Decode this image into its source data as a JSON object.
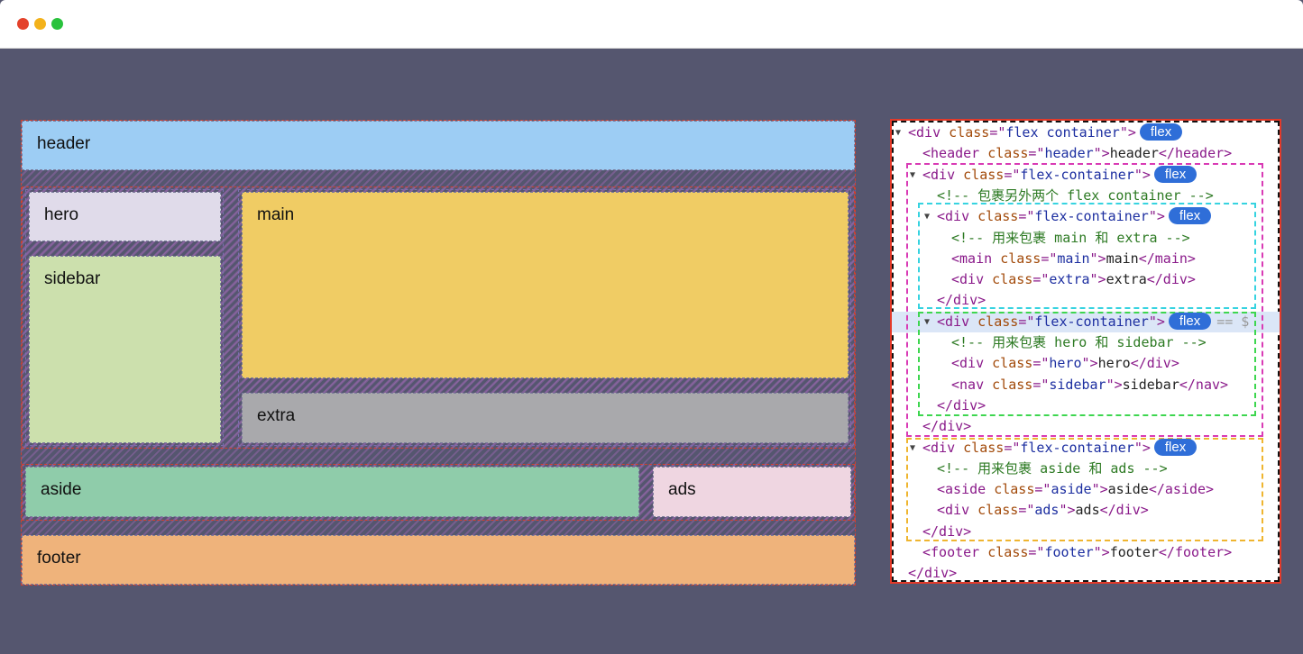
{
  "layout": {
    "header": "header",
    "hero": "hero",
    "sidebar": "sidebar",
    "main": "main",
    "extra": "extra",
    "aside": "aside",
    "ads": "ads",
    "footer": "footer"
  },
  "colors": {
    "header": "#9dcdf4",
    "hero": "#e0dbea",
    "sidebar": "#cce0ad",
    "main": "#f0cc64",
    "extra": "#a9a9ac",
    "aside": "#8fccaa",
    "ads": "#efd6e1",
    "footer": "#efb37b"
  },
  "devtools": {
    "pill": "flex",
    "suffix": "== $",
    "lines": [
      {
        "tokens": [
          {
            "c": "tg",
            "t": "<div "
          },
          {
            "c": "at",
            "t": "class"
          },
          {
            "c": "tg",
            "t": "=\""
          },
          {
            "c": "vl",
            "t": "flex container"
          },
          {
            "c": "tg",
            "t": "\">"
          }
        ]
      },
      {
        "tokens": [
          {
            "c": "tg",
            "t": "<header "
          },
          {
            "c": "at",
            "t": "class"
          },
          {
            "c": "tg",
            "t": "=\""
          },
          {
            "c": "vl",
            "t": "header"
          },
          {
            "c": "tg",
            "t": "\">"
          },
          {
            "c": "tx",
            "t": "header"
          },
          {
            "c": "tg",
            "t": "</header>"
          }
        ]
      },
      {
        "tokens": [
          {
            "c": "tg",
            "t": "<div "
          },
          {
            "c": "at",
            "t": "class"
          },
          {
            "c": "tg",
            "t": "=\""
          },
          {
            "c": "vl",
            "t": "flex-container"
          },
          {
            "c": "tg",
            "t": "\">"
          }
        ]
      },
      {
        "tokens": [
          {
            "c": "cm",
            "t": "<!-- 包裹另外两个 flex container -->"
          }
        ]
      },
      {
        "tokens": [
          {
            "c": "tg",
            "t": "<div "
          },
          {
            "c": "at",
            "t": "class"
          },
          {
            "c": "tg",
            "t": "=\""
          },
          {
            "c": "vl",
            "t": "flex-container"
          },
          {
            "c": "tg",
            "t": "\">"
          }
        ]
      },
      {
        "tokens": [
          {
            "c": "cm",
            "t": "<!-- 用来包裹 main 和 extra -->"
          }
        ]
      },
      {
        "tokens": [
          {
            "c": "tg",
            "t": "<main "
          },
          {
            "c": "at",
            "t": "class"
          },
          {
            "c": "tg",
            "t": "=\""
          },
          {
            "c": "vl",
            "t": "main"
          },
          {
            "c": "tg",
            "t": "\">"
          },
          {
            "c": "tx",
            "t": "main"
          },
          {
            "c": "tg",
            "t": "</main>"
          }
        ]
      },
      {
        "tokens": [
          {
            "c": "tg",
            "t": "<div "
          },
          {
            "c": "at",
            "t": "class"
          },
          {
            "c": "tg",
            "t": "=\""
          },
          {
            "c": "vl",
            "t": "extra"
          },
          {
            "c": "tg",
            "t": "\">"
          },
          {
            "c": "tx",
            "t": "extra"
          },
          {
            "c": "tg",
            "t": "</div>"
          }
        ]
      },
      {
        "tokens": [
          {
            "c": "tg",
            "t": "</div>"
          }
        ]
      },
      {
        "tokens": [
          {
            "c": "tg",
            "t": "<div "
          },
          {
            "c": "at",
            "t": "class"
          },
          {
            "c": "tg",
            "t": "=\""
          },
          {
            "c": "vl",
            "t": "flex-container"
          },
          {
            "c": "tg",
            "t": "\">"
          }
        ]
      },
      {
        "tokens": [
          {
            "c": "cm",
            "t": "<!-- 用来包裹 hero 和 sidebar -->"
          }
        ]
      },
      {
        "tokens": [
          {
            "c": "tg",
            "t": "<div "
          },
          {
            "c": "at",
            "t": "class"
          },
          {
            "c": "tg",
            "t": "=\""
          },
          {
            "c": "vl",
            "t": "hero"
          },
          {
            "c": "tg",
            "t": "\">"
          },
          {
            "c": "tx",
            "t": "hero"
          },
          {
            "c": "tg",
            "t": "</div>"
          }
        ]
      },
      {
        "tokens": [
          {
            "c": "tg",
            "t": "<nav "
          },
          {
            "c": "at",
            "t": "class"
          },
          {
            "c": "tg",
            "t": "=\""
          },
          {
            "c": "vl",
            "t": "sidebar"
          },
          {
            "c": "tg",
            "t": "\">"
          },
          {
            "c": "tx",
            "t": "sidebar"
          },
          {
            "c": "tg",
            "t": "</nav>"
          }
        ]
      },
      {
        "tokens": [
          {
            "c": "tg",
            "t": "</div>"
          }
        ]
      },
      {
        "tokens": [
          {
            "c": "tg",
            "t": "</div>"
          }
        ]
      },
      {
        "tokens": [
          {
            "c": "tg",
            "t": "<div "
          },
          {
            "c": "at",
            "t": "class"
          },
          {
            "c": "tg",
            "t": "=\""
          },
          {
            "c": "vl",
            "t": "flex-container"
          },
          {
            "c": "tg",
            "t": "\">"
          }
        ]
      },
      {
        "tokens": [
          {
            "c": "cm",
            "t": "<!-- 用来包裹 aside 和 ads -->"
          }
        ]
      },
      {
        "tokens": [
          {
            "c": "tg",
            "t": "<aside "
          },
          {
            "c": "at",
            "t": "class"
          },
          {
            "c": "tg",
            "t": "=\""
          },
          {
            "c": "vl",
            "t": "aside"
          },
          {
            "c": "tg",
            "t": "\">"
          },
          {
            "c": "tx",
            "t": "aside"
          },
          {
            "c": "tg",
            "t": "</aside>"
          }
        ]
      },
      {
        "tokens": [
          {
            "c": "tg",
            "t": "<div "
          },
          {
            "c": "at",
            "t": "class"
          },
          {
            "c": "tg",
            "t": "=\""
          },
          {
            "c": "vl",
            "t": "ads"
          },
          {
            "c": "tg",
            "t": "\">"
          },
          {
            "c": "tx",
            "t": "ads"
          },
          {
            "c": "tg",
            "t": "</div>"
          }
        ]
      },
      {
        "tokens": [
          {
            "c": "tg",
            "t": "</div>"
          }
        ]
      },
      {
        "tokens": [
          {
            "c": "tg",
            "t": "<footer "
          },
          {
            "c": "at",
            "t": "class"
          },
          {
            "c": "tg",
            "t": "=\""
          },
          {
            "c": "vl",
            "t": "footer"
          },
          {
            "c": "tg",
            "t": "\">"
          },
          {
            "c": "tx",
            "t": "footer"
          },
          {
            "c": "tg",
            "t": "</footer>"
          }
        ]
      },
      {
        "tokens": [
          {
            "c": "tg",
            "t": "</div>"
          }
        ]
      }
    ]
  }
}
